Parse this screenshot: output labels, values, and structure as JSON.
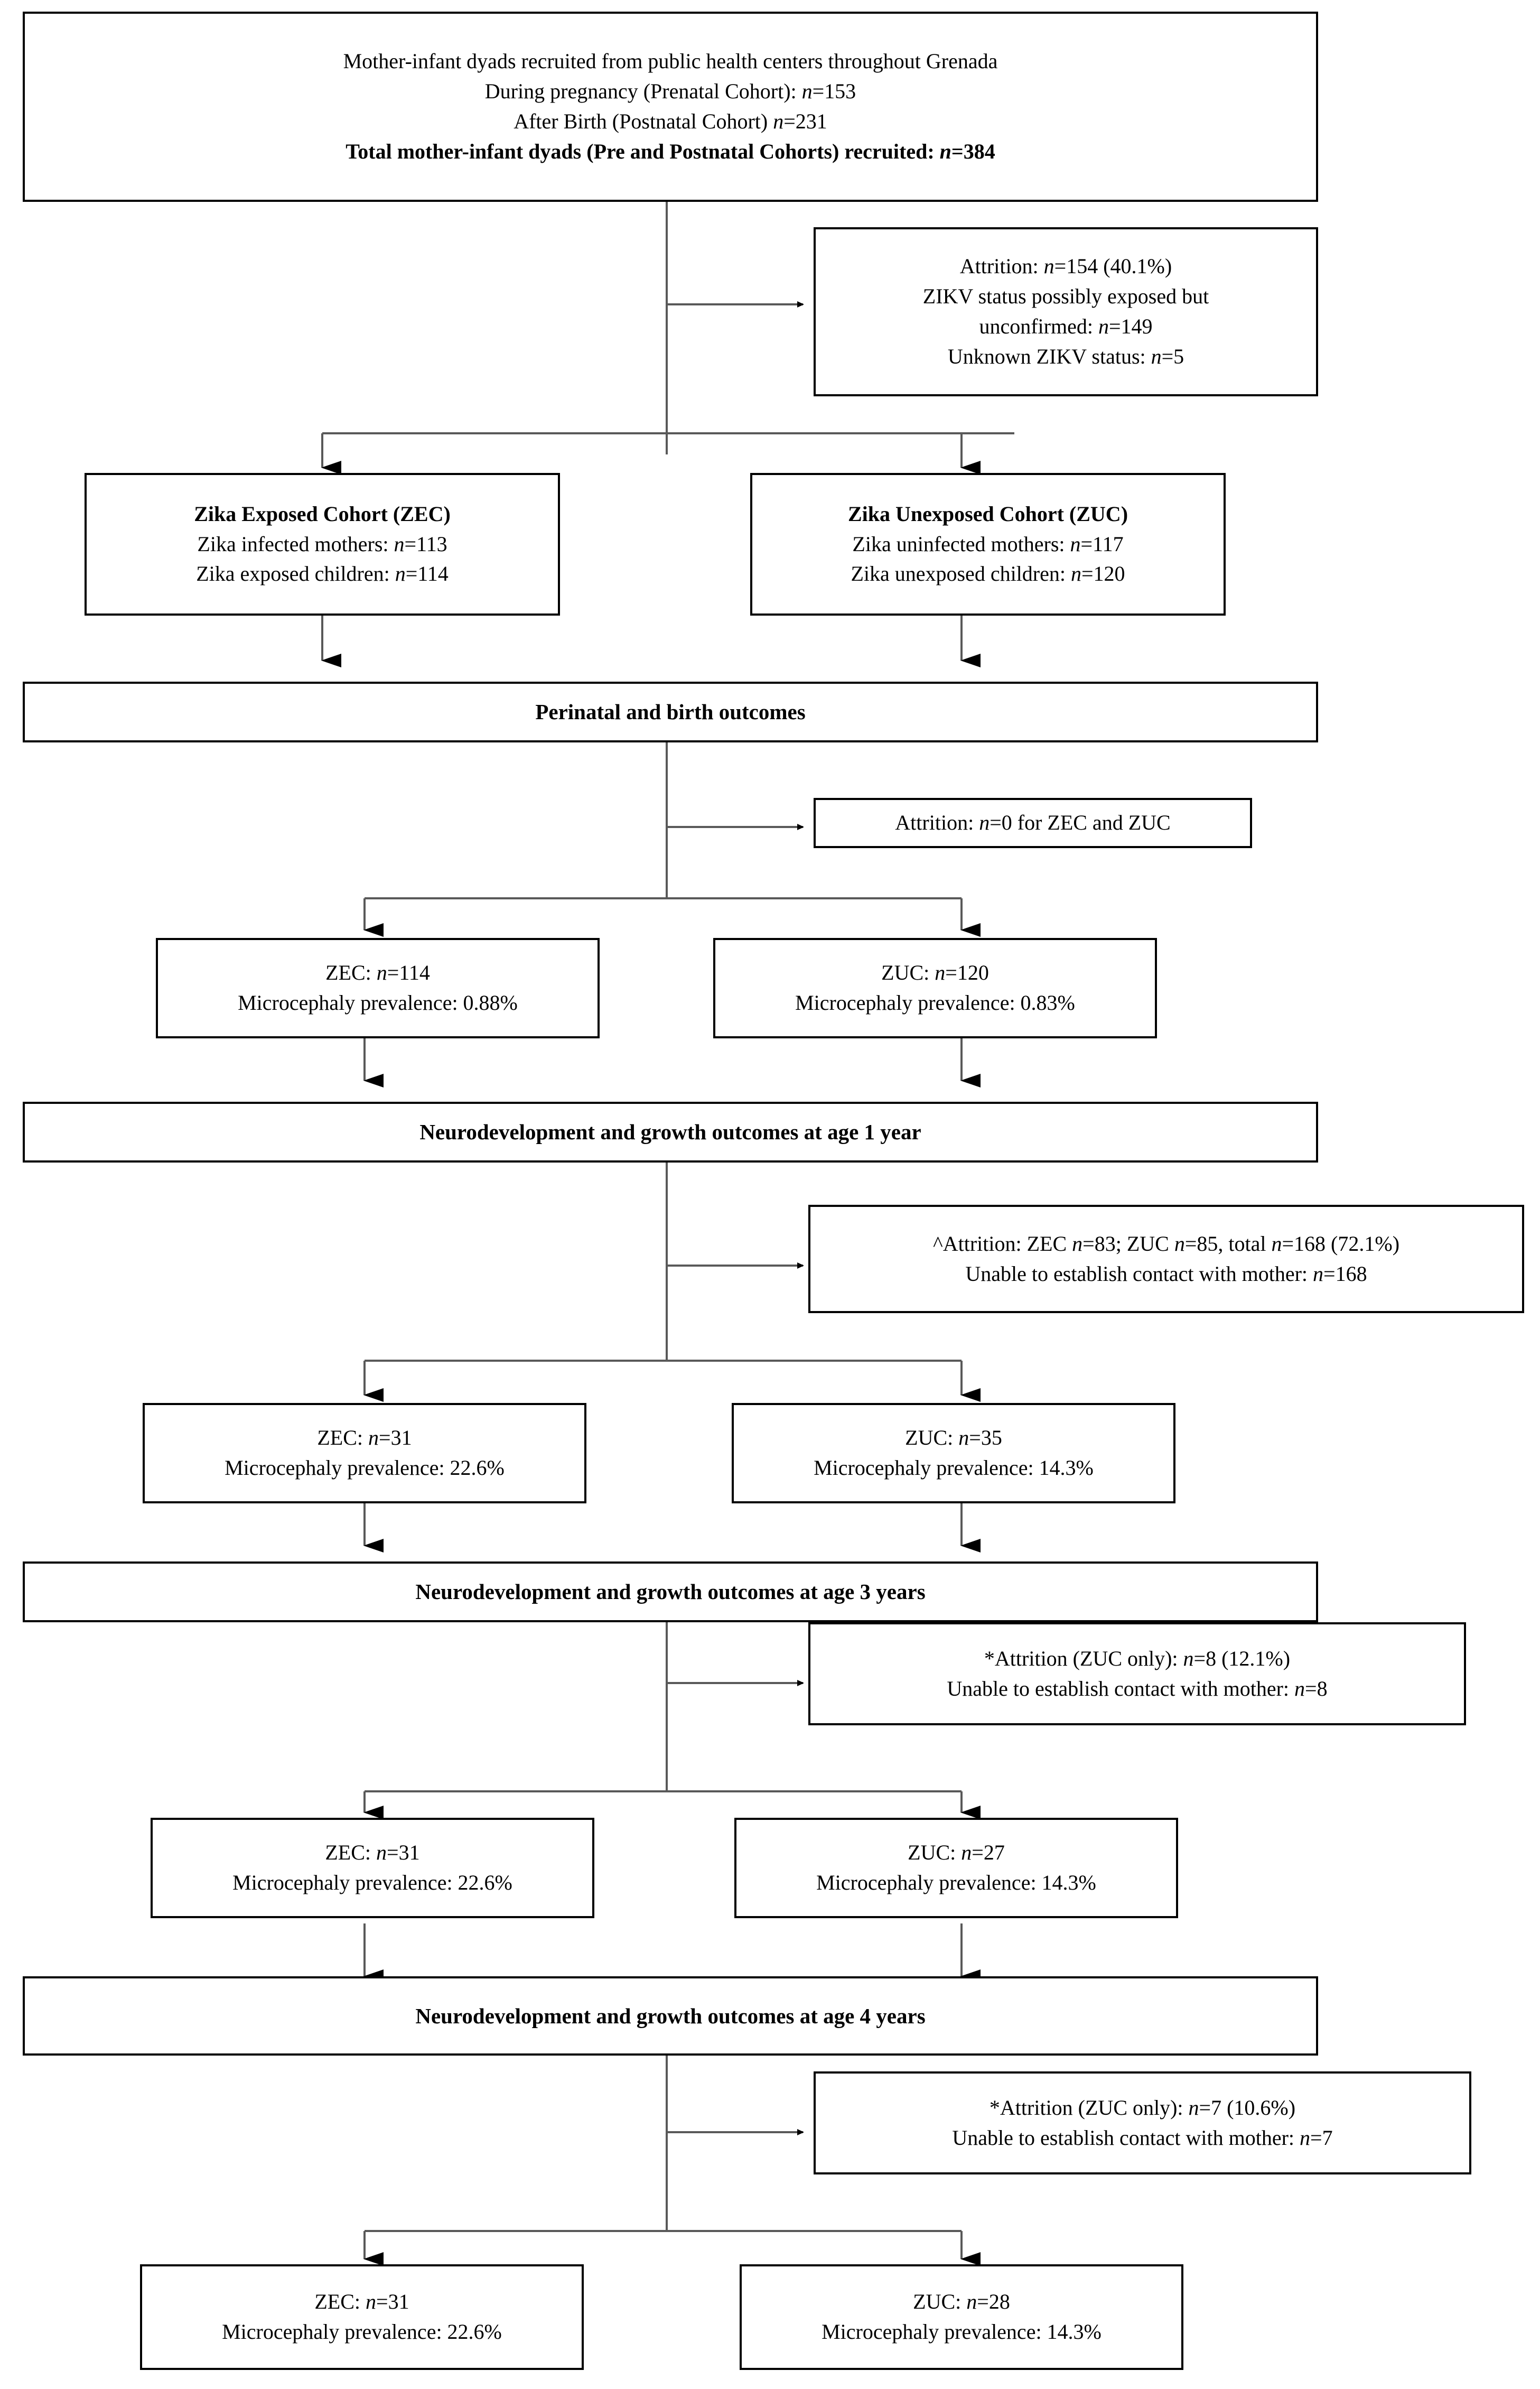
{
  "figure": {
    "type": "study-flow-diagram",
    "title_implicit": "Zika cohort study participant flow"
  },
  "nodes": {
    "recruitment": {
      "lines": [
        {
          "text": "Mother-infant dyads recruited from public health centers throughout Grenada",
          "bold": false
        },
        {
          "text": "During pregnancy (Prenatal Cohort): n=153",
          "bold": false
        },
        {
          "text": "After Birth (Postnatal Cohort) n=231",
          "bold": false
        },
        {
          "text": "Total mother-infant dyads (Pre and Postnatal Cohorts) recruited: n=384",
          "bold": true
        }
      ]
    },
    "attrition_recruitment": {
      "lines": [
        {
          "text": "Attrition: n=154 (40.1%)"
        },
        {
          "text": "ZIKV status possibly exposed but"
        },
        {
          "text": "unconfirmed: n=149"
        },
        {
          "text": "Unknown ZIKV status: n=5"
        }
      ]
    },
    "zec_cohort": {
      "lines": [
        {
          "text": "Zika Exposed Cohort (ZEC)",
          "bold": true
        },
        {
          "text": "Zika infected mothers: n=113"
        },
        {
          "text": "Zika exposed children: n=114"
        }
      ]
    },
    "zuc_cohort": {
      "lines": [
        {
          "text": "Zika Unexposed Cohort (ZUC)",
          "bold": true
        },
        {
          "text": "Zika uninfected mothers: n=117"
        },
        {
          "text": "Zika unexposed children: n=120"
        }
      ]
    },
    "stage_perinatal": {
      "label": "Perinatal and birth outcomes"
    },
    "attrition_perinatal": {
      "lines": [
        {
          "text": "Attrition: n=0 for ZEC and ZUC"
        }
      ]
    },
    "zec_birth": {
      "lines": [
        {
          "text": "ZEC: n=114"
        },
        {
          "text": "Microcephaly prevalence: 0.88%"
        }
      ]
    },
    "zuc_birth": {
      "lines": [
        {
          "text": "ZUC: n=120"
        },
        {
          "text": "Microcephaly prevalence: 0.83%"
        }
      ]
    },
    "stage_year1": {
      "label": "Neurodevelopment and growth outcomes at age 1 year"
    },
    "attrition_year1": {
      "lines": [
        {
          "text": "^Attrition: ZEC n=83; ZUC n=85, total n=168 (72.1%)"
        },
        {
          "text": "Unable to establish contact with mother: n=168"
        }
      ]
    },
    "zec_year1": {
      "lines": [
        {
          "text": "ZEC: n=31"
        },
        {
          "text": "Microcephaly prevalence: 22.6%"
        }
      ]
    },
    "zuc_year1": {
      "lines": [
        {
          "text": "ZUC: n=35"
        },
        {
          "text": "Microcephaly prevalence: 14.3%"
        }
      ]
    },
    "stage_year3": {
      "label": "Neurodevelopment and growth outcomes at age 3 years"
    },
    "attrition_year3": {
      "lines": [
        {
          "text": "*Attrition (ZUC only): n=8 (12.1%)"
        },
        {
          "text": "Unable to establish contact with mother: n=8"
        }
      ]
    },
    "zec_year3": {
      "lines": [
        {
          "text": "ZEC: n=31"
        },
        {
          "text": "Microcephaly prevalence: 22.6%"
        }
      ]
    },
    "zuc_year3": {
      "lines": [
        {
          "text": "ZUC: n=27"
        },
        {
          "text": "Microcephaly prevalence: 14.3%"
        }
      ]
    },
    "stage_year4": {
      "label": "Neurodevelopment and growth outcomes at age 4 years"
    },
    "attrition_year4": {
      "lines": [
        {
          "text": "*Attrition (ZUC only): n=7 (10.6%)"
        },
        {
          "text": "Unable to establish contact with mother: n=7"
        }
      ]
    },
    "zec_year4": {
      "lines": [
        {
          "text": "ZEC: n=31"
        },
        {
          "text": "Microcephaly prevalence: 22.6%"
        }
      ]
    },
    "zuc_year4": {
      "lines": [
        {
          "text": "ZUC: n=28"
        },
        {
          "text": "Microcephaly prevalence: 14.3%"
        }
      ]
    }
  },
  "flat": {
    "recruit_l1": "Mother-infant dyads recruited from public health centers throughout Grenada",
    "recruit_l2a": "During pregnancy (Prenatal Cohort): ",
    "recruit_l2b": "=153",
    "recruit_l3a": "After Birth (Postnatal Cohort) ",
    "recruit_l3b": "=231",
    "recruit_l4a": "Total mother-infant dyads (Pre and Postnatal Cohorts) recruited: ",
    "recruit_l4b": "=384",
    "attr0_l1a": "Attrition: ",
    "attr0_l1b": "=154 (40.1%)",
    "attr0_l2": "ZIKV status possibly exposed but",
    "attr0_l3a": "unconfirmed: ",
    "attr0_l3b": "=149",
    "attr0_l4a": "Unknown ZIKV status: ",
    "attr0_l4b": "=5",
    "zec_title": "Zika Exposed Cohort (ZEC)",
    "zec_l2a": "Zika infected mothers: ",
    "zec_l2b": "=113",
    "zec_l3a": "Zika exposed children: ",
    "zec_l3b": "=114",
    "zuc_title": "Zika Unexposed Cohort (ZUC)",
    "zuc_l2a": "Zika uninfected mothers: ",
    "zuc_l2b": "=117",
    "zuc_l3a": "Zika unexposed children: ",
    "zuc_l3b": "=120",
    "stage_perinatal": "Perinatal and birth outcomes",
    "attr1_a": "Attrition: ",
    "attr1_b": "=0 for ZEC and ZUC",
    "zecb_l1a": "ZEC: ",
    "zecb_l1b": "=114",
    "zecb_l2": "Microcephaly prevalence: 0.88%",
    "zucb_l1a": "ZUC: ",
    "zucb_l1b": "=120",
    "zucb_l2": "Microcephaly prevalence: 0.83%",
    "stage_year1": "Neurodevelopment and growth outcomes at age 1 year",
    "attr2_p1": "^Attrition: ZEC ",
    "attr2_p2": "=83; ZUC ",
    "attr2_p3": "=85, total ",
    "attr2_p4": "=168 (72.1%)",
    "attr2_q1": "Unable to establish contact with mother: ",
    "attr2_q2": "=168",
    "zec1_l1a": "ZEC: ",
    "zec1_l1b": "=31",
    "zec1_l2": "Microcephaly prevalence: 22.6%",
    "zuc1_l1a": "ZUC: ",
    "zuc1_l1b": "=35",
    "zuc1_l2": "Microcephaly prevalence: 14.3%",
    "stage_year3": "Neurodevelopment and growth outcomes at age 3 years",
    "attr3_p1": "*Attrition (ZUC only): ",
    "attr3_p2": "=8 (12.1%)",
    "attr3_q1": "Unable to establish contact with mother: ",
    "attr3_q2": "=8",
    "zec3_l1a": "ZEC: ",
    "zec3_l1b": "=31",
    "zec3_l2": "Microcephaly prevalence: 22.6%",
    "zuc3_l1a": "ZUC: ",
    "zuc3_l1b": "=27",
    "zuc3_l2": "Microcephaly prevalence: 14.3%",
    "stage_year4": "Neurodevelopment and growth outcomes at age 4 years",
    "attr4_p1": "*Attrition (ZUC only): ",
    "attr4_p2": "=7 (10.6%)",
    "attr4_q1": "Unable to establish contact with mother: ",
    "attr4_q2": "=7",
    "zec4_l1a": "ZEC: ",
    "zec4_l1b": "=31",
    "zec4_l2": "Microcephaly prevalence: 22.6%",
    "zuc4_l1a": "ZUC: ",
    "zuc4_l1b": "=28",
    "zuc4_l2": "Microcephaly prevalence: 14.3%",
    "n_symbol": "n"
  },
  "colors": {
    "border": "#000000",
    "background": "#ffffff",
    "text": "#000000",
    "connector": "#595959"
  }
}
